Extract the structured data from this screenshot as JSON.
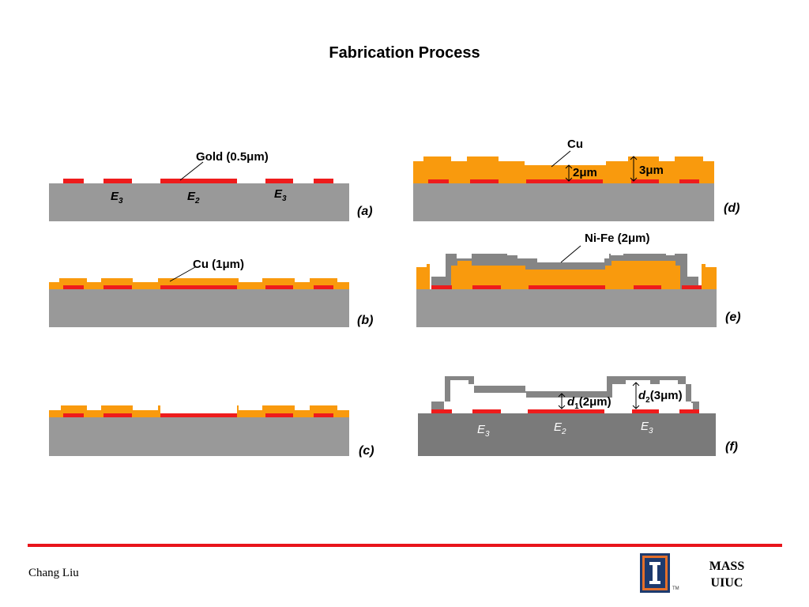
{
  "title": "Fabrication Process",
  "colors": {
    "substrate": "#999999",
    "substrate_dark": "#7a7a7a",
    "gold": "#ee1c1c",
    "copper": "#f99a0d",
    "nife": "#858585",
    "accent_line": "#e8141b",
    "logo_navy": "#1d3a6e",
    "logo_orange": "#e46f2a"
  },
  "steps": [
    {
      "id": "a",
      "label": "(a)",
      "annotation": "Gold (0.5μm)",
      "electrodes": [
        "E3",
        "E2",
        "E3"
      ]
    },
    {
      "id": "b",
      "label": "(b)",
      "annotation": "Cu (1μm)"
    },
    {
      "id": "c",
      "label": "(c)"
    },
    {
      "id": "d",
      "label": "(d)",
      "annotation": "Cu",
      "dims": [
        "2μm",
        "3μm"
      ]
    },
    {
      "id": "e",
      "label": "(e)",
      "annotation": "Ni-Fe (2μm)"
    },
    {
      "id": "f",
      "label": "(f)",
      "electrodes": [
        "E3",
        "E2",
        "E3"
      ],
      "gaps": [
        "d1(2μm)",
        "d2(3μm)"
      ]
    }
  ],
  "footer": {
    "author": "Chang Liu",
    "lab": [
      "MASS",
      "UIUC"
    ],
    "trademark": "TM",
    "logo_icon": "illinois-i-logo-icon"
  }
}
